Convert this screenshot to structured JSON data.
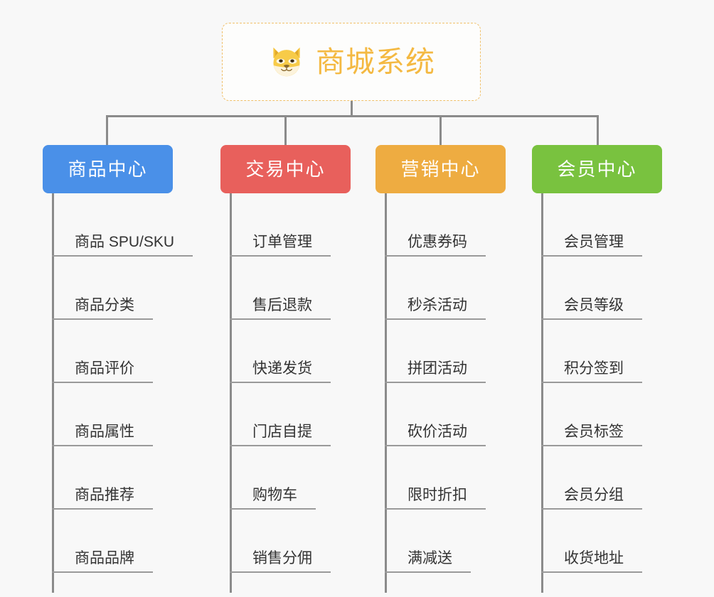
{
  "page": {
    "background_color": "#f8f8f8",
    "connector_color": "#8b8b8b"
  },
  "root": {
    "title": "商城系统",
    "icon": "shiba-dog-face-emoji",
    "text_color": "#f4b942",
    "border_color": "#f0c06a"
  },
  "branches": [
    {
      "label": "商品中心",
      "color": "#4a90e8",
      "items": [
        "商品 SPU/SKU",
        "商品分类",
        "商品评价",
        "商品属性",
        "商品推荐",
        "商品品牌"
      ]
    },
    {
      "label": "交易中心",
      "color": "#e8605c",
      "items": [
        "订单管理",
        "售后退款",
        "快递发货",
        "门店自提",
        "购物车",
        "销售分佣"
      ]
    },
    {
      "label": "营销中心",
      "color": "#eeac41",
      "items": [
        "优惠券码",
        "秒杀活动",
        "拼团活动",
        "砍价活动",
        "限时折扣",
        "满减送"
      ]
    },
    {
      "label": "会员中心",
      "color": "#79c23f",
      "items": [
        "会员管理",
        "会员等级",
        "积分签到",
        "会员标签",
        "会员分组",
        "收货地址"
      ]
    }
  ]
}
